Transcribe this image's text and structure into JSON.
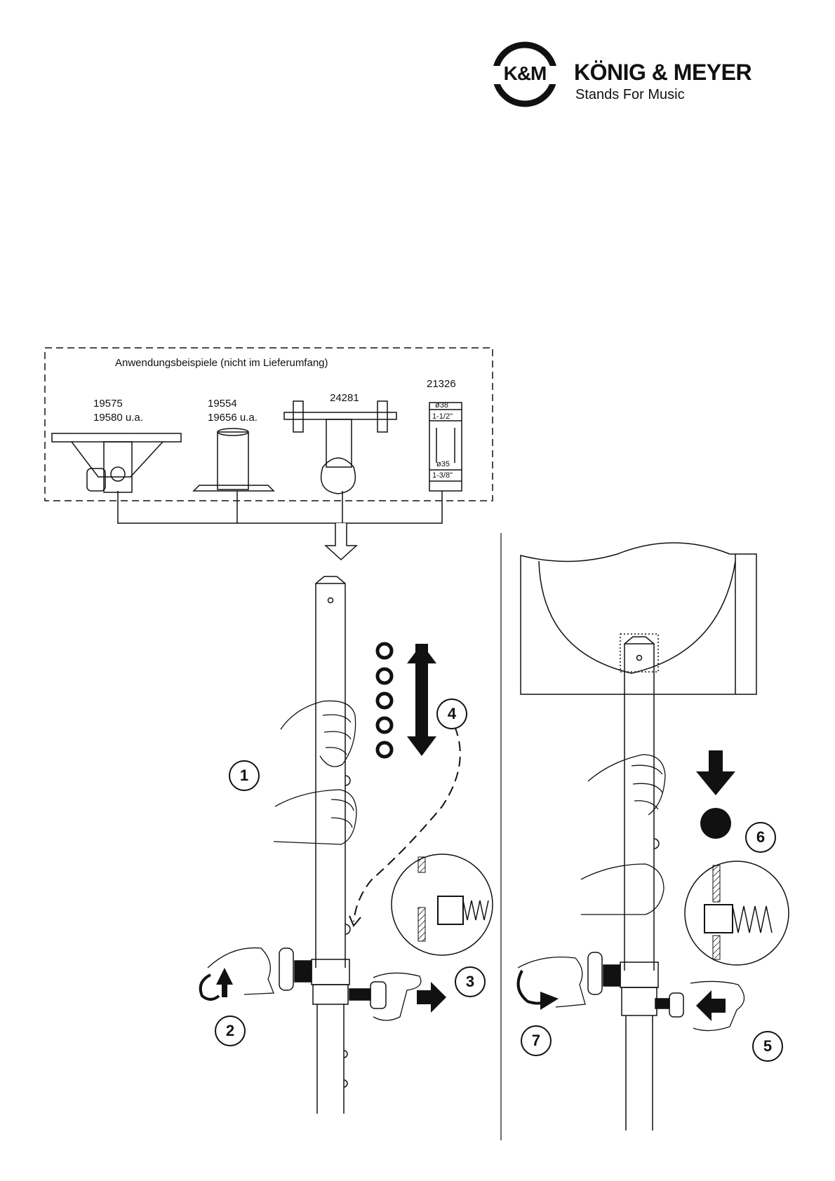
{
  "brand": {
    "short": "K&M",
    "name": "KÖNIG & MEYER",
    "slogan": "Stands For Music"
  },
  "examples": {
    "title": "Anwendungsbeispiele (nicht im Lieferumfang)",
    "items": [
      {
        "line1": "19575",
        "line2": "19580 u.a."
      },
      {
        "line1": "19554",
        "line2": "19656 u.a."
      },
      {
        "line1": "24281",
        "line2": ""
      },
      {
        "line1": "21326",
        "line2": ""
      }
    ],
    "dims": {
      "d1": "ø38",
      "d1_in": "1-1/2\"",
      "d2": "ø35",
      "d2_in": "1-3/8\""
    }
  },
  "steps": [
    "1",
    "2",
    "3",
    "4",
    "5",
    "6",
    "7"
  ],
  "icons": [
    "hand-icon",
    "rotate-arrow-icon",
    "pull-arrow-icon",
    "push-arrow-icon",
    "up-down-arrow-icon",
    "down-arrow-icon",
    "hole-icon",
    "detail-magnifier-icon"
  ]
}
